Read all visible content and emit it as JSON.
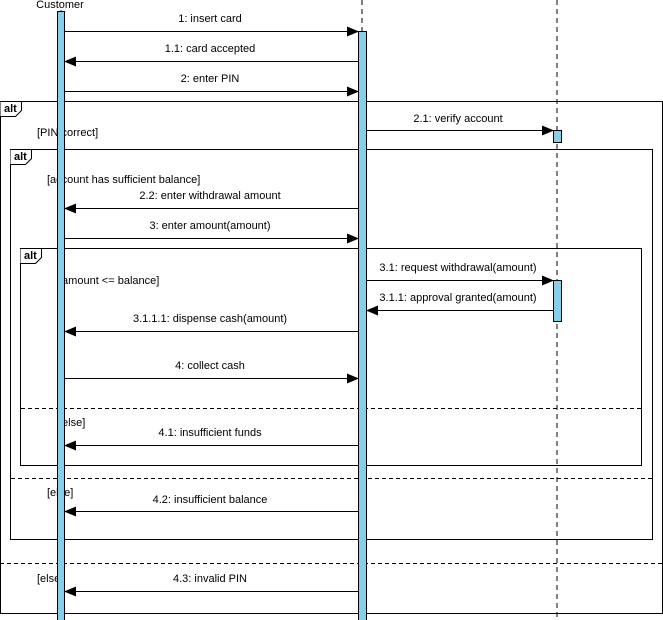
{
  "participants": {
    "customer": "Customer",
    "system": "",
    "bank": ""
  },
  "messages": [
    "1: insert card",
    "1.1: card accepted",
    "2: enter PIN",
    "2.1: verify account",
    "2.2: enter withdrawal amount",
    "3: enter amount(amount)",
    "3.1: request withdrawal(amount)",
    "3.1.1: approval granted(amount)",
    "3.1.1.1: dispense cash(amount)",
    "4: collect cash",
    "4.1: insufficient funds",
    "4.2: insufficient balance",
    "4.3: invalid PIN"
  ],
  "fragments": {
    "alt1": {
      "tag": "alt",
      "guard": "[PIN correct]",
      "else_guard": "[else]"
    },
    "alt2": {
      "tag": "alt",
      "guard": "[account has sufficient balance]",
      "else_guard": "[else]"
    },
    "alt3": {
      "tag": "alt",
      "guard": "[amount <= balance]",
      "else_guard": "[else]"
    }
  },
  "colors": {
    "activation": "#87CEEB",
    "line": "#000000"
  }
}
